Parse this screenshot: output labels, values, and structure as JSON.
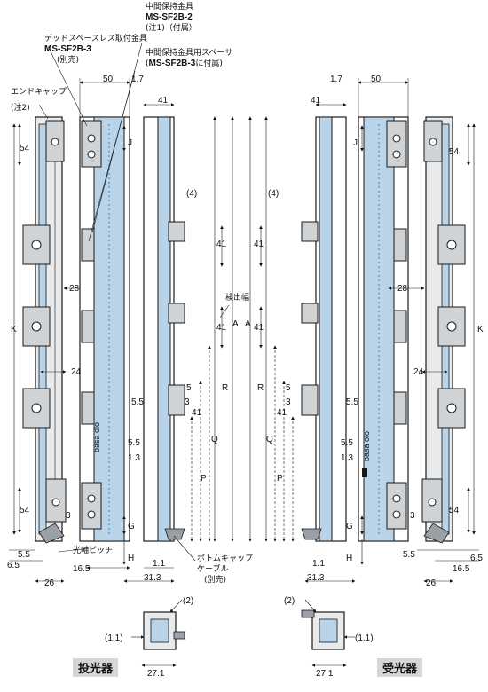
{
  "callouts": {
    "mid_bracket_line1": "中間保持金具",
    "mid_bracket_model": "MS-SF2B-2",
    "mid_bracket_note": "(注1)（付属）",
    "dead_space_line1": "デッドスペースレス取付金具",
    "dead_space_model": "MS-SF2B-3",
    "dead_space_note": "(別売)",
    "spacer_line1": "中間保持金具用スペーサ",
    "spacer_line2_model": "MS-SF2B-3",
    "spacer_line2_suffix": "に付属)",
    "end_cap_line1": "エンドキャップ",
    "end_cap_note": "(注2)",
    "beam_pitch": "光軸ピッチ",
    "bottom_cap": "ボトムキャップ",
    "cable_line1": "ケーブル",
    "cable_note": "(別売)",
    "detection_width": "検出幅"
  },
  "captions": {
    "emitter": "投光器",
    "receiver": "受光器"
  },
  "dimensions": {
    "d50": "50",
    "d1_7": "1.7",
    "d41": "41",
    "d4": "(4)",
    "J": "J",
    "d54": "54",
    "d28": "28",
    "d24": "24",
    "K": "K",
    "A": "A",
    "R": "R",
    "Q": "Q",
    "P": "P",
    "G": "G",
    "H": "H",
    "d5": "5",
    "d5_5": "5.5",
    "d3": "3",
    "d1_3": "1.3",
    "d1_1": "1.1",
    "d31_3": "31.3",
    "d6_5": "6.5",
    "d16_5": "16.5",
    "d26": "26",
    "d2": "(2)",
    "d1_1p": "(1.1)",
    "d27_1": "27.1"
  },
  "colors": {
    "frame_blue": "#b9d3e8",
    "frame_blue_dark": "#7ea6c8",
    "bracket_gray": "#cfd3d6",
    "line": "#1a1a1a",
    "caption_bg": "#d6d6d6"
  }
}
